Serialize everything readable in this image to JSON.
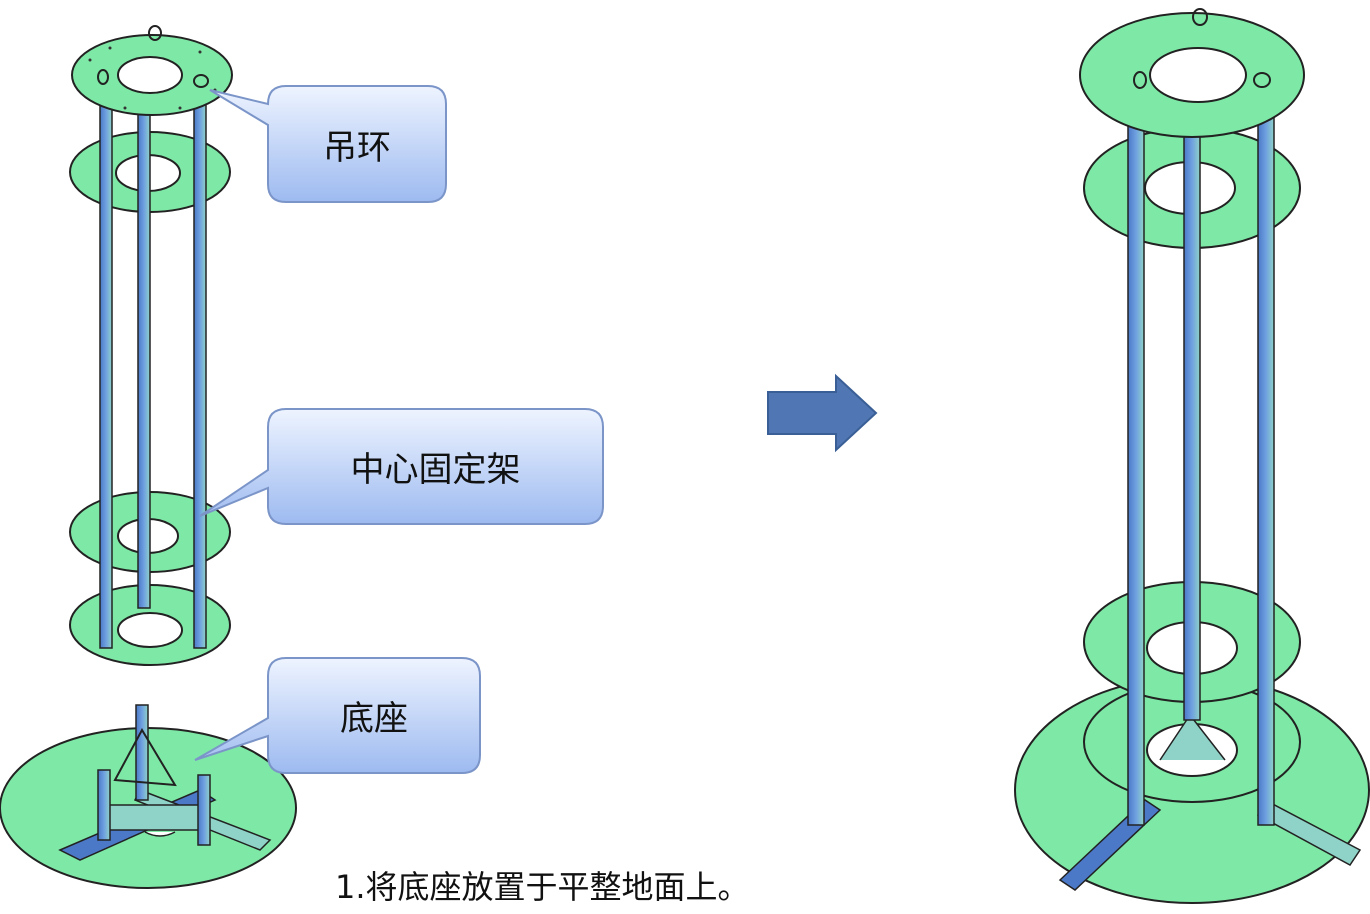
{
  "callouts": {
    "lifting_ring": "吊环",
    "center_frame": "中心固定架",
    "base": "底座"
  },
  "caption": "1.将底座放置于平整地面上。",
  "colors": {
    "plate_fill": "#7ee8a6",
    "rod_fill": "#5b8fd6",
    "rod_light": "#8fd3c8",
    "callout_top": "#eef4ff",
    "callout_bottom": "#9dbaf0",
    "callout_border": "#7b95c9",
    "arrow": "#5077b3"
  }
}
